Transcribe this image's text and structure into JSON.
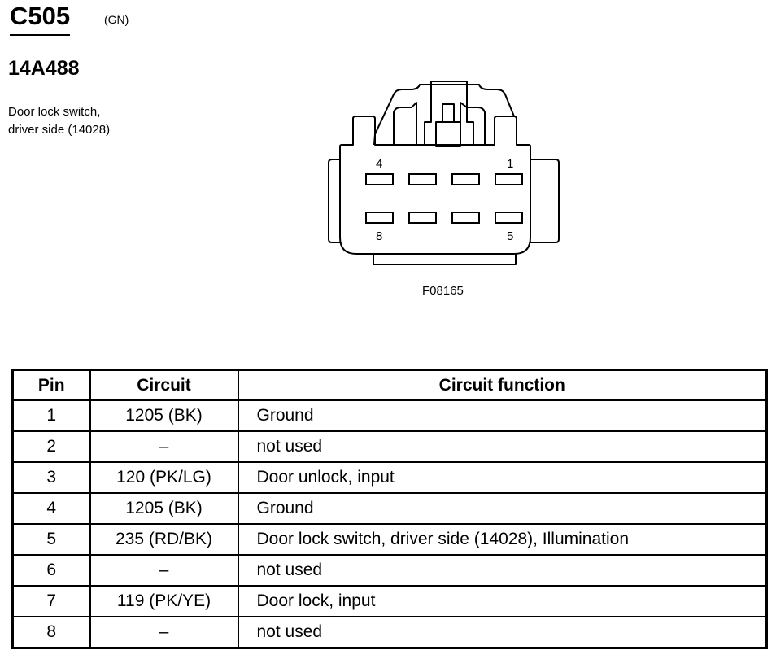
{
  "header": {
    "connector_id": "C505",
    "color_code": "(GN)",
    "part_number": "14A488",
    "description_lines": [
      "Door lock switch,",
      "driver side (14028)"
    ]
  },
  "diagram": {
    "pin_labels": {
      "top_left": "4",
      "top_right": "1",
      "bottom_left": "8",
      "bottom_right": "5"
    },
    "figure_id": "F08165"
  },
  "table": {
    "headers": {
      "pin": "Pin",
      "circuit": "Circuit",
      "function": "Circuit function"
    },
    "rows": [
      {
        "pin": "1",
        "circuit": "1205 (BK)",
        "function": "Ground"
      },
      {
        "pin": "2",
        "circuit": "–",
        "function": "not used"
      },
      {
        "pin": "3",
        "circuit": "120 (PK/LG)",
        "function": "Door unlock, input"
      },
      {
        "pin": "4",
        "circuit": "1205 (BK)",
        "function": "Ground"
      },
      {
        "pin": "5",
        "circuit": "235 (RD/BK)",
        "function": "Door lock switch, driver side (14028), Illumination"
      },
      {
        "pin": "6",
        "circuit": "–",
        "function": "not used"
      },
      {
        "pin": "7",
        "circuit": "119 (PK/YE)",
        "function": "Door lock, input"
      },
      {
        "pin": "8",
        "circuit": "–",
        "function": "not used"
      }
    ]
  }
}
